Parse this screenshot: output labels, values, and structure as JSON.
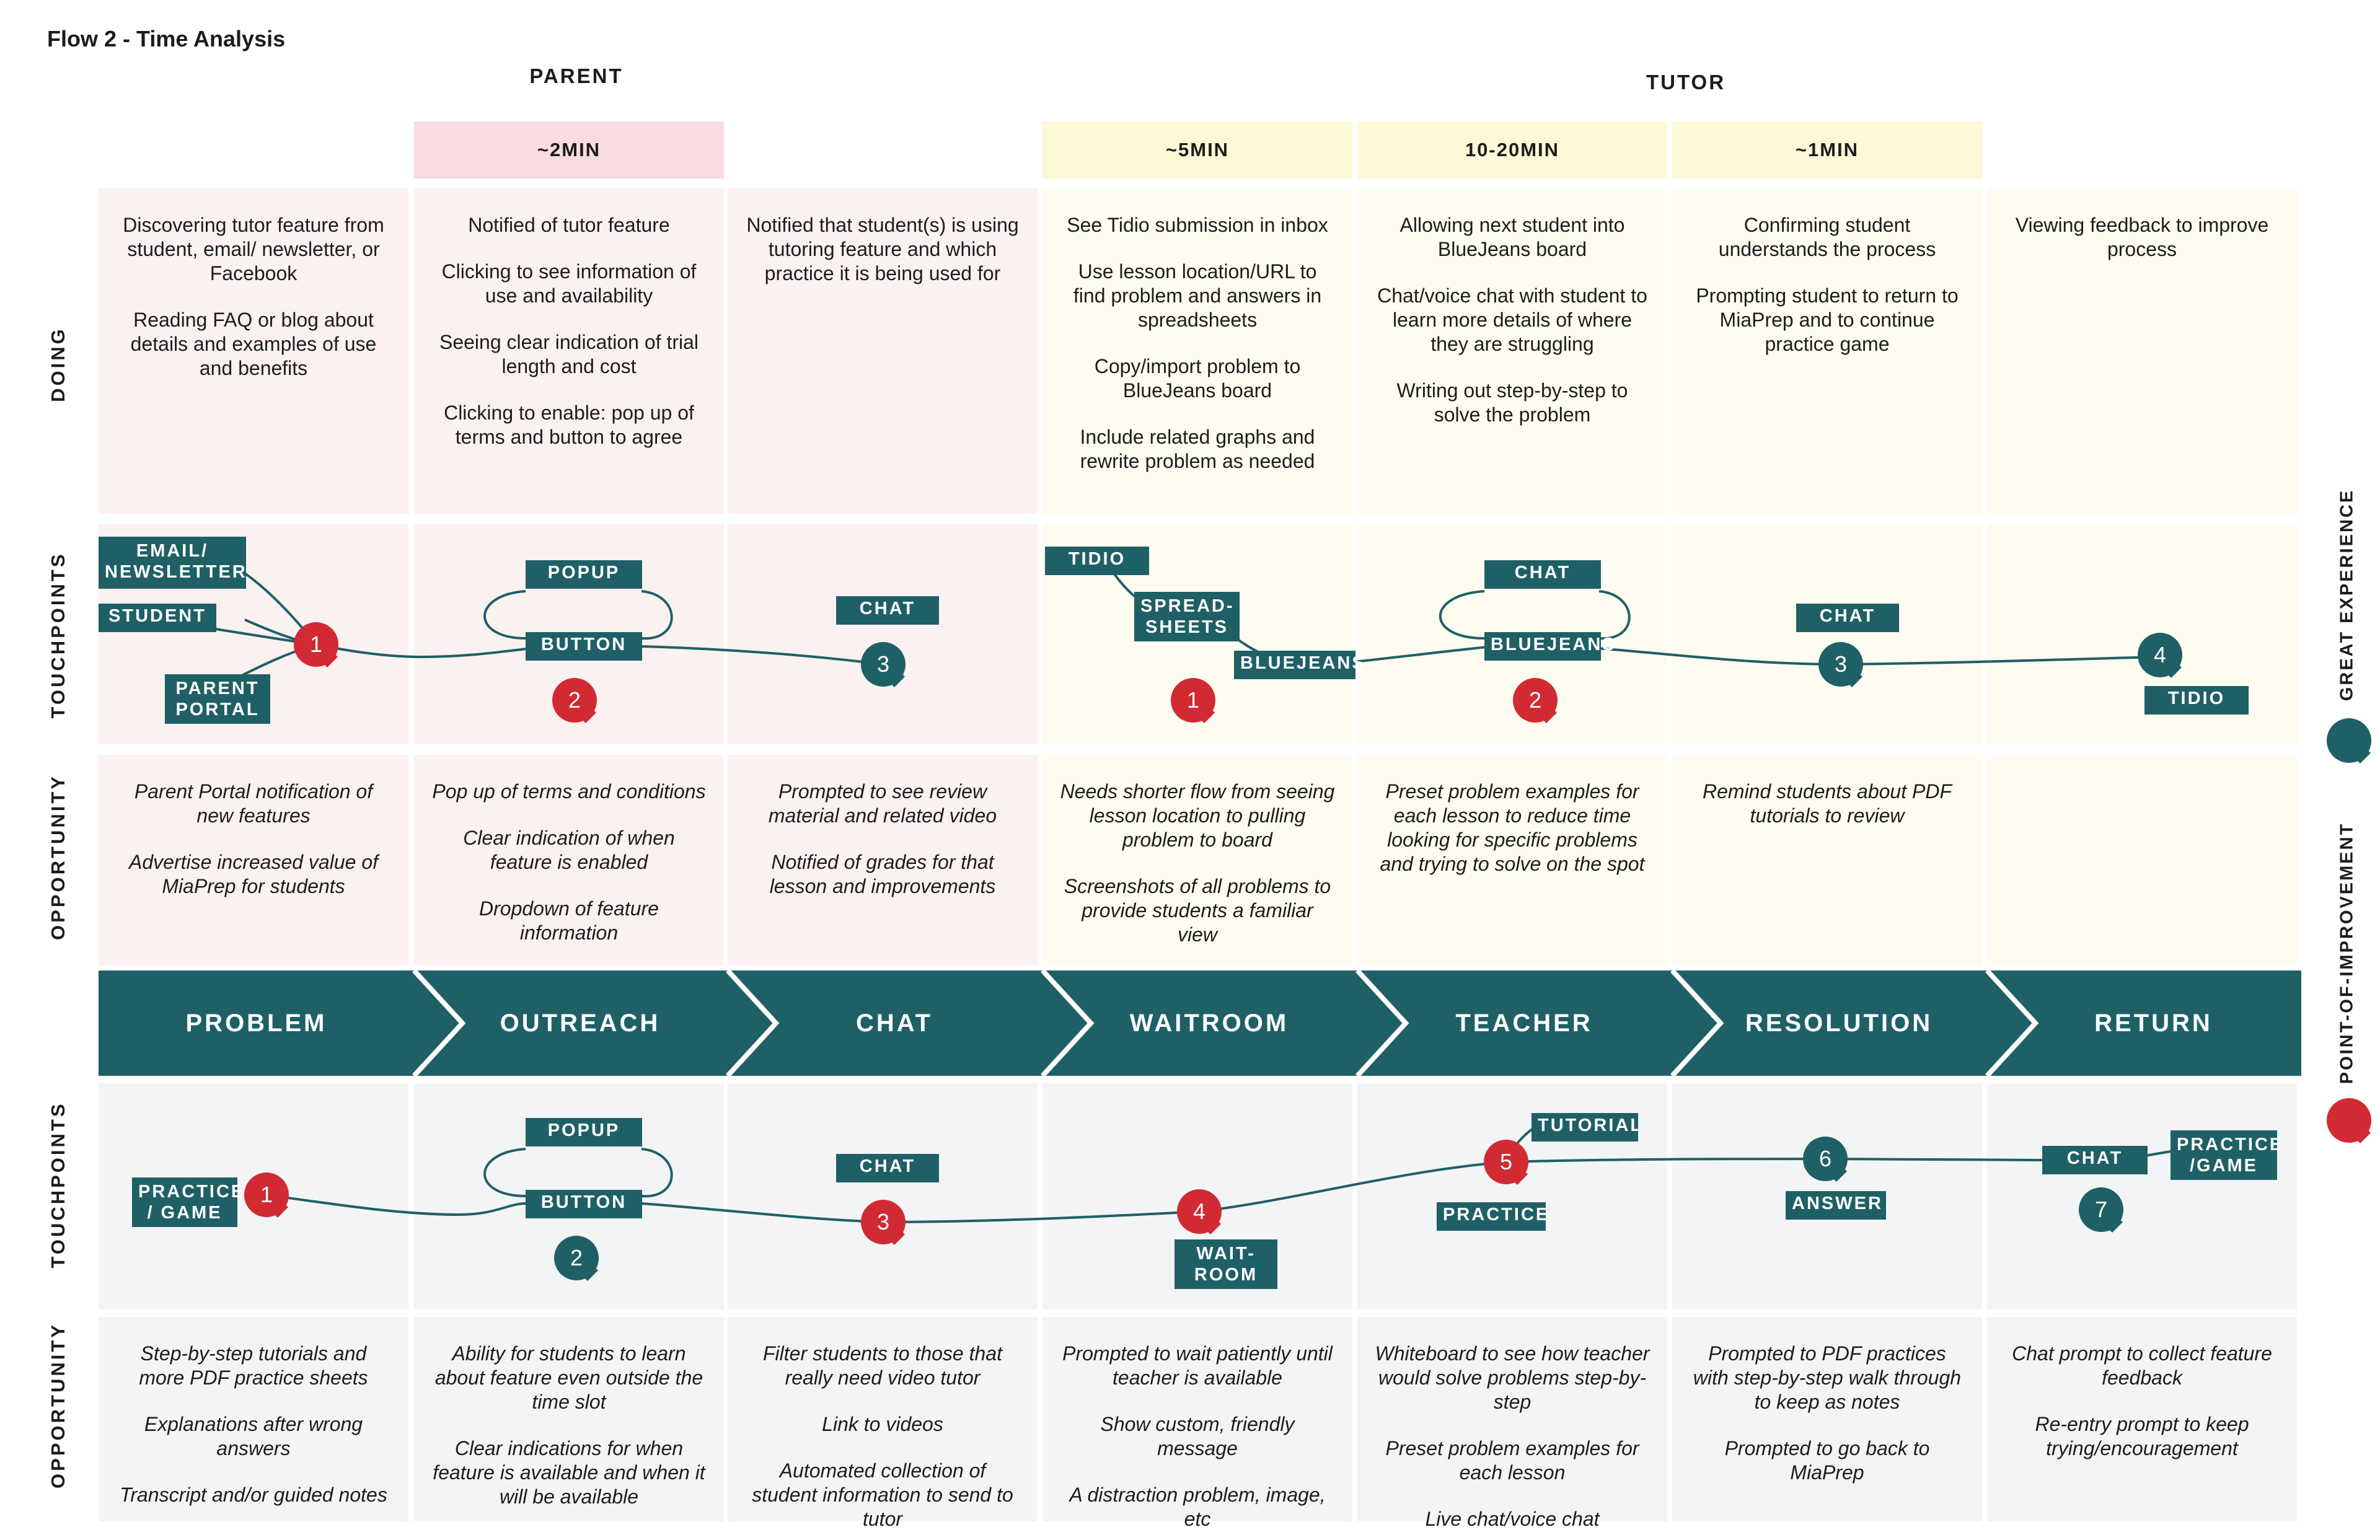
{
  "title": "Flow 2 - Time Analysis",
  "roles": {
    "parent": "PARENT",
    "tutor": "TUTOR"
  },
  "times": {
    "outreach": "~2MIN",
    "waitroom": "~5MIN",
    "teacher": "10-20MIN",
    "resolution": "~1MIN"
  },
  "row_labels": {
    "doing": "DOING",
    "touchpoints": "TOUCHPOINTS",
    "opportunity": "OPPORTUNITY"
  },
  "stages": [
    "PROBLEM",
    "OUTREACH",
    "CHAT",
    "WAITROOM",
    "TEACHER",
    "RESOLUTION",
    "RETURN"
  ],
  "doing": [
    [
      "Discovering tutor feature from student, email/ newsletter, or Facebook",
      "Reading FAQ or blog about details and examples of use and benefits"
    ],
    [
      "Notified of tutor feature",
      "Clicking to see information of use and availability",
      "Seeing clear indication of trial length and cost",
      "Clicking to enable: pop up of terms and button to agree"
    ],
    [
      "Notified that student(s) is using tutoring feature and which practice it is being used for"
    ],
    [
      "See Tidio submission in inbox",
      "Use lesson location/URL to find problem and answers in spreadsheets",
      "Copy/import problem to BlueJeans board",
      "Include related graphs and rewrite problem as needed"
    ],
    [
      "Allowing next student into BlueJeans board",
      "Chat/voice chat with student to learn more details of where they are struggling",
      "Writing out step-by-step to solve the problem"
    ],
    [
      "Confirming student understands the process",
      "Prompting student to return to MiaPrep and to continue practice game"
    ],
    [
      "Viewing feedback to improve process"
    ]
  ],
  "opportunity_top": [
    [
      "Parent Portal notification of new features",
      "Advertise increased value of MiaPrep for students"
    ],
    [
      "Pop up of terms and conditions",
      "Clear indication of when feature is enabled",
      "Dropdown of feature information"
    ],
    [
      "Prompted to see review material and related video",
      "Notified of grades for that lesson and improvements"
    ],
    [
      "Needs shorter flow from seeing lesson location to pulling problem to board",
      "Screenshots of all problems to provide students a familiar view"
    ],
    [
      "Preset problem examples for each lesson to reduce time looking for specific problems and trying to solve on the spot"
    ],
    [
      "Remind students about PDF tutorials to review"
    ],
    []
  ],
  "opportunity_bottom": [
    [
      "Step-by-step tutorials and more PDF practice sheets",
      "Explanations after wrong answers",
      "Transcript and/or guided notes"
    ],
    [
      "Ability for students to learn about feature even outside the time slot",
      "Clear indications for when feature is available and when it will be available"
    ],
    [
      "Filter students to those that really need video tutor",
      "Link to videos",
      "Automated collection of student information to send to tutor"
    ],
    [
      "Prompted to wait patiently until teacher is available",
      "Show custom, friendly message",
      "A distraction problem, image, etc"
    ],
    [
      "Whiteboard to see how teacher would solve problems step-by-step",
      "Preset problem examples for each lesson",
      "Live chat/voice chat"
    ],
    [
      "Prompted to PDF practices with step-by-step walk through to keep as notes",
      "Prompted to go back to MiaPrep"
    ],
    [
      "Chat prompt to collect feature feedback",
      "Re-entry prompt to keep trying/encouragement"
    ]
  ],
  "tags_top": {
    "email": "EMAIL/ NEWSLETTER",
    "student": "STUDENT",
    "parent_portal": "PARENT PORTAL",
    "popup": "POPUP",
    "button": "BUTTON",
    "chat1": "CHAT",
    "tidio1": "TIDIO",
    "spreadsheets": "SPREAD- SHEETS",
    "bluejeans1": "BLUEJEANS",
    "chat2": "CHAT",
    "bluejeans2": "BLUEJEANS",
    "chat3": "CHAT",
    "tidio2": "TIDIO"
  },
  "tags_bottom": {
    "practice_game": "PRACTICE / GAME",
    "popup": "POPUP",
    "button": "BUTTON",
    "chat1": "CHAT",
    "waitroom": "WAIT- ROOM",
    "tutorial": "TUTORIAL",
    "practice": "PRACTICE",
    "answer": "ANSWER",
    "chat2": "CHAT",
    "practice_game2": "PRACTICE /GAME"
  },
  "nodes_top": [
    "1",
    "2",
    "3",
    "1",
    "2",
    "3",
    "4"
  ],
  "nodes_bottom": [
    "1",
    "2",
    "3",
    "4",
    "5",
    "6",
    "7"
  ],
  "legend": {
    "great": "GREAT EXPERIENCE",
    "improve": "POINT-OF-IMPROVEMENT"
  },
  "colors": {
    "teal": "#1f6066",
    "red": "#d12a33",
    "parent_bg": "#fcf1f1",
    "tutor_bg": "#fefcf0",
    "bottom_bg": "#f3f4f6",
    "pink_header": "#f9dcdf",
    "yellow_header": "#fdf8d6"
  }
}
